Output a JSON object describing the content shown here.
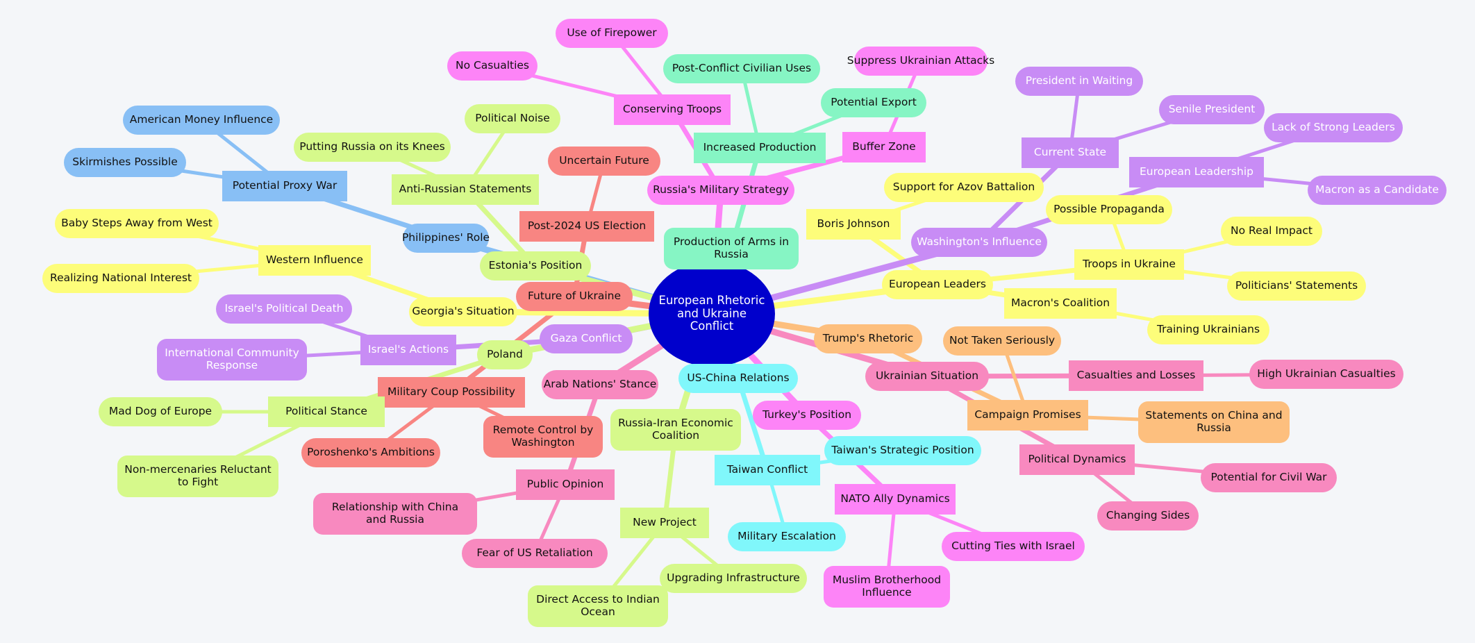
{
  "colors": {
    "background": "#f4f6f9",
    "center": "#0000cc",
    "blue": "#88bff5",
    "green": "#d6f98b",
    "pink": "#f889bf",
    "magenta": "#fd84f7",
    "teal": "#86f5c4",
    "salmon": "#f88582",
    "yellow": "#fdfd7a",
    "purple": "#c88cf5",
    "orange": "#fdbf7e",
    "cyan": "#80f7fb"
  },
  "root": {
    "id": "n0",
    "label": "European Rhetoric and Ukraine Conflict",
    "children": [
      {
        "id": "n1",
        "label": "Philippines' Role",
        "color": "blue",
        "children": [
          {
            "id": "n2",
            "label": "Potential Proxy War",
            "color": "blue",
            "children": [
              {
                "id": "n3",
                "label": "American Money Influence",
                "color": "blue"
              },
              {
                "id": "n4",
                "label": "Skirmishes Possible",
                "color": "blue"
              }
            ]
          }
        ]
      },
      {
        "id": "n5",
        "label": "Estonia's Position",
        "color": "green",
        "children": [
          {
            "id": "n6",
            "label": "Anti-Russian Statements",
            "color": "green",
            "children": [
              {
                "id": "n7",
                "label": "Putting Russia on its Knees",
                "color": "green"
              },
              {
                "id": "n8",
                "label": "Political Noise",
                "color": "green"
              }
            ]
          }
        ]
      },
      {
        "id": "n9",
        "label": "Future of Ukraine",
        "color": "salmon",
        "children": [
          {
            "id": "n10",
            "label": "Post-2024 US Election",
            "color": "salmon",
            "children": [
              {
                "id": "n11",
                "label": "Uncertain Future",
                "color": "salmon"
              }
            ]
          },
          {
            "id": "n12",
            "label": "Military Coup Possibility",
            "color": "salmon",
            "children": [
              {
                "id": "n13",
                "label": "Poroshenko's Ambitions",
                "color": "salmon"
              },
              {
                "id": "n14",
                "label": "Remote Control by Washington",
                "color": "salmon"
              }
            ]
          }
        ]
      },
      {
        "id": "n15",
        "label": "Georgia's Situation",
        "color": "yellow",
        "children": [
          {
            "id": "n16",
            "label": "Western Influence",
            "color": "yellow",
            "children": [
              {
                "id": "n17",
                "label": "Baby Steps Away from West",
                "color": "yellow"
              },
              {
                "id": "n18",
                "label": "Realizing National Interest",
                "color": "yellow"
              }
            ]
          }
        ]
      },
      {
        "id": "n19",
        "label": "Gaza Conflict",
        "color": "purple",
        "children": [
          {
            "id": "n20",
            "label": "Israel's Actions",
            "color": "purple",
            "children": [
              {
                "id": "n21",
                "label": "Israel's Political Death",
                "color": "purple"
              },
              {
                "id": "n22",
                "label": "International Community Response",
                "color": "purple"
              }
            ]
          }
        ]
      },
      {
        "id": "n23",
        "label": "Poland",
        "color": "green",
        "children": [
          {
            "id": "n24",
            "label": "Political Stance",
            "color": "green",
            "children": [
              {
                "id": "n25",
                "label": "Mad Dog of Europe",
                "color": "green"
              },
              {
                "id": "n26",
                "label": "Non-mercenaries Reluctant to Fight",
                "color": "green"
              }
            ]
          }
        ]
      },
      {
        "id": "n27",
        "label": "Arab Nations' Stance",
        "color": "pink",
        "children": [
          {
            "id": "n28",
            "label": "Public Opinion",
            "color": "pink",
            "children": [
              {
                "id": "n29",
                "label": "Relationship with China and Russia",
                "color": "pink"
              },
              {
                "id": "n30",
                "label": "Fear of US Retaliation",
                "color": "pink"
              }
            ]
          }
        ]
      },
      {
        "id": "n31",
        "label": "Russia-Iran Economic Coalition",
        "color": "green",
        "children": [
          {
            "id": "n32",
            "label": "New Project",
            "color": "green",
            "children": [
              {
                "id": "n33",
                "label": "Direct Access to Indian Ocean",
                "color": "green"
              },
              {
                "id": "n34",
                "label": "Upgrading Infrastructure",
                "color": "green"
              }
            ]
          }
        ]
      },
      {
        "id": "n35",
        "label": "US-China Relations",
        "color": "cyan",
        "children": [
          {
            "id": "n36",
            "label": "Taiwan Conflict",
            "color": "cyan",
            "children": [
              {
                "id": "n37",
                "label": "Taiwan's Strategic Position",
                "color": "cyan"
              },
              {
                "id": "n38",
                "label": "Military Escalation",
                "color": "cyan"
              }
            ]
          }
        ]
      },
      {
        "id": "n39",
        "label": "Turkey's Position",
        "color": "magenta",
        "children": [
          {
            "id": "n40",
            "label": "NATO Ally Dynamics",
            "color": "magenta",
            "children": [
              {
                "id": "n41",
                "label": "Muslim Brotherhood Influence",
                "color": "magenta"
              },
              {
                "id": "n42",
                "label": "Cutting Ties with Israel",
                "color": "magenta"
              }
            ]
          }
        ]
      },
      {
        "id": "n43",
        "label": "Ukrainian Situation",
        "color": "pink",
        "children": [
          {
            "id": "n44",
            "label": "Casualties and Losses",
            "color": "pink",
            "children": [
              {
                "id": "n45",
                "label": "High Ukrainian Casualties",
                "color": "pink"
              }
            ]
          },
          {
            "id": "n46",
            "label": "Political Dynamics",
            "color": "pink",
            "children": [
              {
                "id": "n47",
                "label": "Potential for Civil War",
                "color": "pink"
              },
              {
                "id": "n48",
                "label": "Changing Sides",
                "color": "pink"
              }
            ]
          }
        ]
      },
      {
        "id": "n49",
        "label": "Trump's Rhetoric",
        "color": "orange",
        "children": [
          {
            "id": "n50",
            "label": "Campaign Promises",
            "color": "orange",
            "children": [
              {
                "id": "n51",
                "label": "Not Taken Seriously",
                "color": "orange"
              },
              {
                "id": "n52",
                "label": "Statements on China and Russia",
                "color": "orange"
              }
            ]
          }
        ]
      },
      {
        "id": "n53",
        "label": "European Leaders",
        "color": "yellow",
        "children": [
          {
            "id": "n54",
            "label": "Macron's Coalition",
            "color": "yellow",
            "children": [
              {
                "id": "n55",
                "label": "Training Ukrainians",
                "color": "yellow"
              }
            ]
          },
          {
            "id": "n56",
            "label": "Troops in Ukraine",
            "color": "yellow",
            "children": [
              {
                "id": "n57",
                "label": "Possible Propaganda",
                "color": "yellow"
              },
              {
                "id": "n58",
                "label": "No Real Impact",
                "color": "yellow"
              },
              {
                "id": "n59",
                "label": "Politicians' Statements",
                "color": "yellow"
              }
            ]
          },
          {
            "id": "n60",
            "label": "Boris Johnson",
            "color": "yellow",
            "children": [
              {
                "id": "n61",
                "label": "Support for Azov Battalion",
                "color": "yellow"
              }
            ]
          }
        ]
      },
      {
        "id": "n62",
        "label": "Washington's Influence",
        "color": "purple",
        "children": [
          {
            "id": "n63",
            "label": "Current State",
            "color": "purple",
            "children": [
              {
                "id": "n64",
                "label": "President in Waiting",
                "color": "purple"
              },
              {
                "id": "n65",
                "label": "Senile President",
                "color": "purple"
              }
            ]
          },
          {
            "id": "n66",
            "label": "European Leadership",
            "color": "purple",
            "children": [
              {
                "id": "n67",
                "label": "Lack of Strong Leaders",
                "color": "purple"
              },
              {
                "id": "n68",
                "label": "Macron as a Candidate",
                "color": "purple"
              }
            ]
          }
        ]
      },
      {
        "id": "n69",
        "label": "Production of Arms in Russia",
        "color": "teal",
        "children": [
          {
            "id": "n70",
            "label": "Increased Production",
            "color": "teal",
            "children": [
              {
                "id": "n71",
                "label": "Post-Conflict Civilian Uses",
                "color": "teal"
              },
              {
                "id": "n72",
                "label": "Potential Export",
                "color": "teal"
              }
            ]
          }
        ]
      },
      {
        "id": "n73",
        "label": "Russia's Military Strategy",
        "color": "magenta",
        "children": [
          {
            "id": "n74",
            "label": "Conserving Troops",
            "color": "magenta",
            "children": [
              {
                "id": "n75",
                "label": "Use of Firepower",
                "color": "magenta"
              },
              {
                "id": "n76",
                "label": "No Casualties",
                "color": "magenta"
              }
            ]
          },
          {
            "id": "n77",
            "label": "Buffer Zone",
            "color": "magenta",
            "children": [
              {
                "id": "n78",
                "label": "Suppress Ukrainian Attacks",
                "color": "magenta"
              }
            ]
          }
        ]
      }
    ]
  }
}
